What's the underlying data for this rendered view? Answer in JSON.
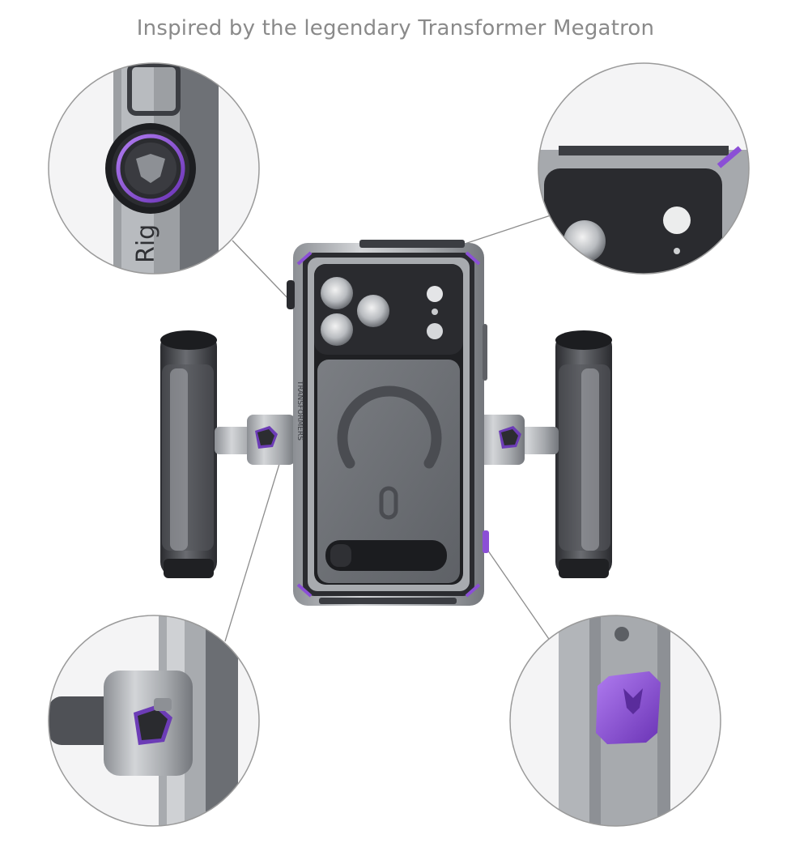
{
  "caption": "Inspired by the legendary Transformer Megatron",
  "product": {
    "brand_text_side": "TRANSFORMERS",
    "rig_text": "Rig"
  },
  "colors": {
    "accent_purple": "#8b4fd6",
    "frame_silver": "#b8bbbf",
    "frame_dark": "#3b3d42",
    "back_gray": "#6d7075",
    "callout_line": "#8d8d8d"
  },
  "callouts": [
    {
      "name": "dial-knob",
      "icon": "decepticon-emblem-icon"
    },
    {
      "name": "camera-corner",
      "icon": "corner-bumper-icon"
    },
    {
      "name": "handle-mount",
      "icon": "quick-release-icon"
    },
    {
      "name": "side-button",
      "icon": "megatron-button-icon"
    }
  ]
}
